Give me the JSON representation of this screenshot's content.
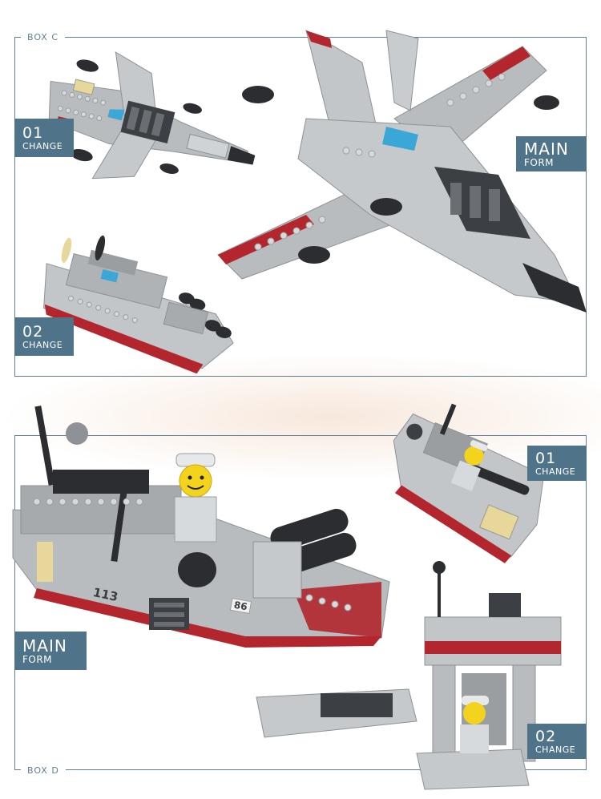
{
  "boxes": [
    {
      "label": "BOX C"
    },
    {
      "label": "BOX D"
    }
  ],
  "tags": {
    "c_change_01": {
      "num": "01",
      "word": "CHANGE"
    },
    "c_change_02": {
      "num": "02",
      "word": "CHANGE"
    },
    "c_main": {
      "big": "MAIN",
      "word": "FORM"
    },
    "d_change_01": {
      "num": "01",
      "word": "CHANGE"
    },
    "d_change_02": {
      "num": "02",
      "word": "CHANGE"
    },
    "d_main": {
      "big": "MAIN",
      "word": "FORM"
    }
  },
  "markings": {
    "hull_number": "113",
    "tile_number": "86"
  },
  "colors": {
    "frame": "#5f8096",
    "tag": "#4f7388",
    "brick_gray": "#b9bcbe",
    "brick_dark": "#2b2d30",
    "brick_red": "#b3262e",
    "accent_blue": "#3aa7d6",
    "brick_tan": "#e8d79a"
  },
  "icons": [
    "jet-model",
    "boat-model",
    "warship-model",
    "speedboat-model",
    "tower-model",
    "minifigure"
  ]
}
